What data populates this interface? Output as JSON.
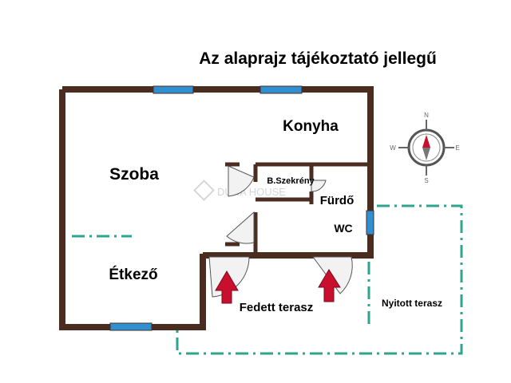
{
  "title": "Az alaprajz tájékoztató jellegű",
  "rooms": {
    "konyha": "Konyha",
    "szoba": "Szoba",
    "szekreny": "B.Szekrény",
    "furdo": "Fürdő",
    "wc": "WC",
    "etkezo": "Étkező",
    "fedett_terasz": "Fedett terasz",
    "nyitott_terasz": "Nyitott terasz"
  },
  "compass": {
    "n": "N",
    "s": "S",
    "e": "E",
    "w": "W"
  },
  "watermark": "DUNA HOUSE",
  "colors": {
    "wall": "#4a2c21",
    "window": "#2f8fd1",
    "terrace_line": "#2fa58c",
    "arrow": "#c8102e"
  }
}
